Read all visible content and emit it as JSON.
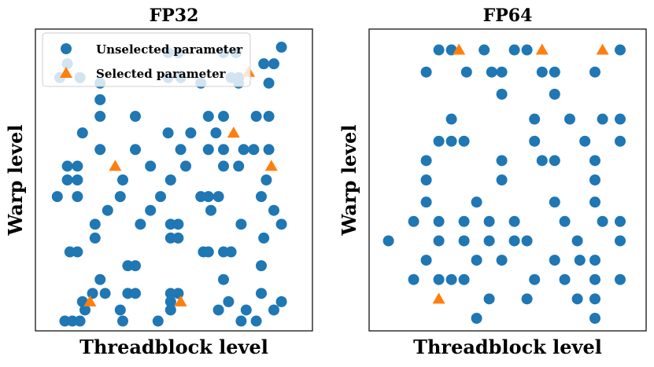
{
  "colors": {
    "unselected": "#1f77b4",
    "selected": "#ff7f0e",
    "axis": "#000000",
    "background": "#ffffff"
  },
  "legend": {
    "unselected_label": "Unselected parameter",
    "selected_label": "Selected parameter",
    "placement": "top-left"
  },
  "chart_data": [
    {
      "type": "scatter",
      "title": "FP32",
      "xlabel": "Threadblock level",
      "ylabel": "Warp level",
      "ticks": false,
      "grid": false,
      "xlim": [
        0,
        100
      ],
      "ylim": [
        0,
        100
      ],
      "series": [
        {
          "name": "Unselected parameter",
          "marker": "circle",
          "points": [
            [
              48,
              96
            ],
            [
              52,
              96
            ],
            [
              70,
              96
            ],
            [
              75,
              96
            ],
            [
              93,
              98
            ],
            [
              8,
              92
            ],
            [
              86,
              92
            ],
            [
              90,
              92
            ],
            [
              5,
              87
            ],
            [
              13,
              87
            ],
            [
              48,
              87
            ],
            [
              53,
              87
            ],
            [
              73,
              87
            ],
            [
              76,
              87
            ],
            [
              21,
              85
            ],
            [
              61,
              85
            ],
            [
              76,
              85
            ],
            [
              88,
              85
            ],
            [
              21,
              79
            ],
            [
              21,
              73
            ],
            [
              35,
              73
            ],
            [
              64,
              73
            ],
            [
              70,
              73
            ],
            [
              83,
              73
            ],
            [
              88,
              73
            ],
            [
              14,
              67
            ],
            [
              48,
              67
            ],
            [
              57,
              67
            ],
            [
              67,
              67
            ],
            [
              21,
              61
            ],
            [
              35,
              61
            ],
            [
              53,
              61
            ],
            [
              64,
              61
            ],
            [
              70,
              61
            ],
            [
              78,
              61
            ],
            [
              82,
              61
            ],
            [
              88,
              61
            ],
            [
              70,
              55
            ],
            [
              8,
              55
            ],
            [
              12,
              55
            ],
            [
              41,
              55
            ],
            [
              55,
              55
            ],
            [
              76,
              55
            ],
            [
              8,
              50
            ],
            [
              12,
              50
            ],
            [
              30,
              50
            ],
            [
              49,
              50
            ],
            [
              87,
              50
            ],
            [
              4,
              44
            ],
            [
              12,
              44
            ],
            [
              29,
              44
            ],
            [
              45,
              44
            ],
            [
              61,
              44
            ],
            [
              64,
              44
            ],
            [
              68,
              44
            ],
            [
              85,
              44
            ],
            [
              24,
              39
            ],
            [
              41,
              39
            ],
            [
              65,
              39
            ],
            [
              90,
              39
            ],
            [
              19,
              34
            ],
            [
              37,
              34
            ],
            [
              49,
              34
            ],
            [
              52,
              34
            ],
            [
              77,
              34
            ],
            [
              93,
              34
            ],
            [
              19,
              29
            ],
            [
              49,
              29
            ],
            [
              52,
              29
            ],
            [
              86,
              29
            ],
            [
              9,
              24
            ],
            [
              12,
              24
            ],
            [
              62,
              24
            ],
            [
              64,
              24
            ],
            [
              70,
              24
            ],
            [
              73,
              24
            ],
            [
              32,
              19
            ],
            [
              35,
              19
            ],
            [
              85,
              19
            ],
            [
              21,
              14
            ],
            [
              70,
              14
            ],
            [
              18,
              9
            ],
            [
              23,
              9
            ],
            [
              32,
              9
            ],
            [
              35,
              9
            ],
            [
              49,
              9
            ],
            [
              52,
              9
            ],
            [
              85,
              9
            ],
            [
              14,
              6
            ],
            [
              49,
              6
            ],
            [
              72,
              6
            ],
            [
              93,
              6
            ],
            [
              15,
              3
            ],
            [
              29,
              3
            ],
            [
              49,
              3
            ],
            [
              68,
              3
            ],
            [
              79,
              3
            ],
            [
              90,
              3
            ],
            [
              7,
              -1
            ],
            [
              10,
              -1
            ],
            [
              13,
              -1
            ],
            [
              30,
              -1
            ],
            [
              44,
              -1
            ],
            [
              77,
              -1
            ],
            [
              83,
              -1
            ]
          ]
        },
        {
          "name": "Selected parameter",
          "marker": "triangle",
          "points": [
            [
              80,
              89
            ],
            [
              74,
              67
            ],
            [
              27,
              55
            ],
            [
              89,
              55
            ],
            [
              17,
              6
            ],
            [
              53,
              6
            ]
          ]
        }
      ]
    },
    {
      "type": "scatter",
      "title": "FP64",
      "xlabel": "Threadblock level",
      "ylabel": "Warp level",
      "ticks": false,
      "grid": false,
      "xlim": [
        0,
        100
      ],
      "ylim": [
        0,
        100
      ],
      "series": [
        {
          "name": "Unselected parameter",
          "marker": "circle",
          "points": [
            [
              23,
              97
            ],
            [
              28,
              97
            ],
            [
              41,
              97
            ],
            [
              53,
              97
            ],
            [
              58,
              97
            ],
            [
              95,
              97
            ],
            [
              18,
              89
            ],
            [
              34,
              89
            ],
            [
              44,
              89
            ],
            [
              48,
              89
            ],
            [
              64,
              89
            ],
            [
              69,
              89
            ],
            [
              85,
              89
            ],
            [
              48,
              81
            ],
            [
              69,
              81
            ],
            [
              28,
              72
            ],
            [
              61,
              72
            ],
            [
              75,
              72
            ],
            [
              88,
              72
            ],
            [
              95,
              72
            ],
            [
              23,
              64
            ],
            [
              28,
              64
            ],
            [
              33,
              64
            ],
            [
              61,
              64
            ],
            [
              81,
              64
            ],
            [
              95,
              64
            ],
            [
              18,
              57
            ],
            [
              48,
              57
            ],
            [
              64,
              57
            ],
            [
              69,
              57
            ],
            [
              85,
              57
            ],
            [
              18,
              50
            ],
            [
              48,
              50
            ],
            [
              85,
              50
            ],
            [
              18,
              42
            ],
            [
              38,
              42
            ],
            [
              69,
              42
            ],
            [
              85,
              42
            ],
            [
              13,
              35
            ],
            [
              23,
              35
            ],
            [
              33,
              35
            ],
            [
              43,
              35
            ],
            [
              53,
              35
            ],
            [
              73,
              35
            ],
            [
              88,
              35
            ],
            [
              95,
              35
            ],
            [
              3,
              28
            ],
            [
              23,
              28
            ],
            [
              33,
              28
            ],
            [
              43,
              28
            ],
            [
              53,
              28
            ],
            [
              58,
              28
            ],
            [
              78,
              28
            ],
            [
              95,
              28
            ],
            [
              18,
              21
            ],
            [
              38,
              21
            ],
            [
              48,
              21
            ],
            [
              69,
              21
            ],
            [
              79,
              21
            ],
            [
              85,
              21
            ],
            [
              13,
              14
            ],
            [
              23,
              14
            ],
            [
              28,
              14
            ],
            [
              33,
              14
            ],
            [
              61,
              14
            ],
            [
              73,
              14
            ],
            [
              85,
              14
            ],
            [
              95,
              14
            ],
            [
              43,
              7
            ],
            [
              58,
              7
            ],
            [
              78,
              7
            ],
            [
              85,
              7
            ],
            [
              38,
              0
            ],
            [
              85,
              0
            ]
          ]
        },
        {
          "name": "Selected parameter",
          "marker": "triangle",
          "points": [
            [
              31,
              97
            ],
            [
              64,
              97
            ],
            [
              88,
              97
            ],
            [
              23,
              7
            ]
          ]
        }
      ]
    }
  ]
}
